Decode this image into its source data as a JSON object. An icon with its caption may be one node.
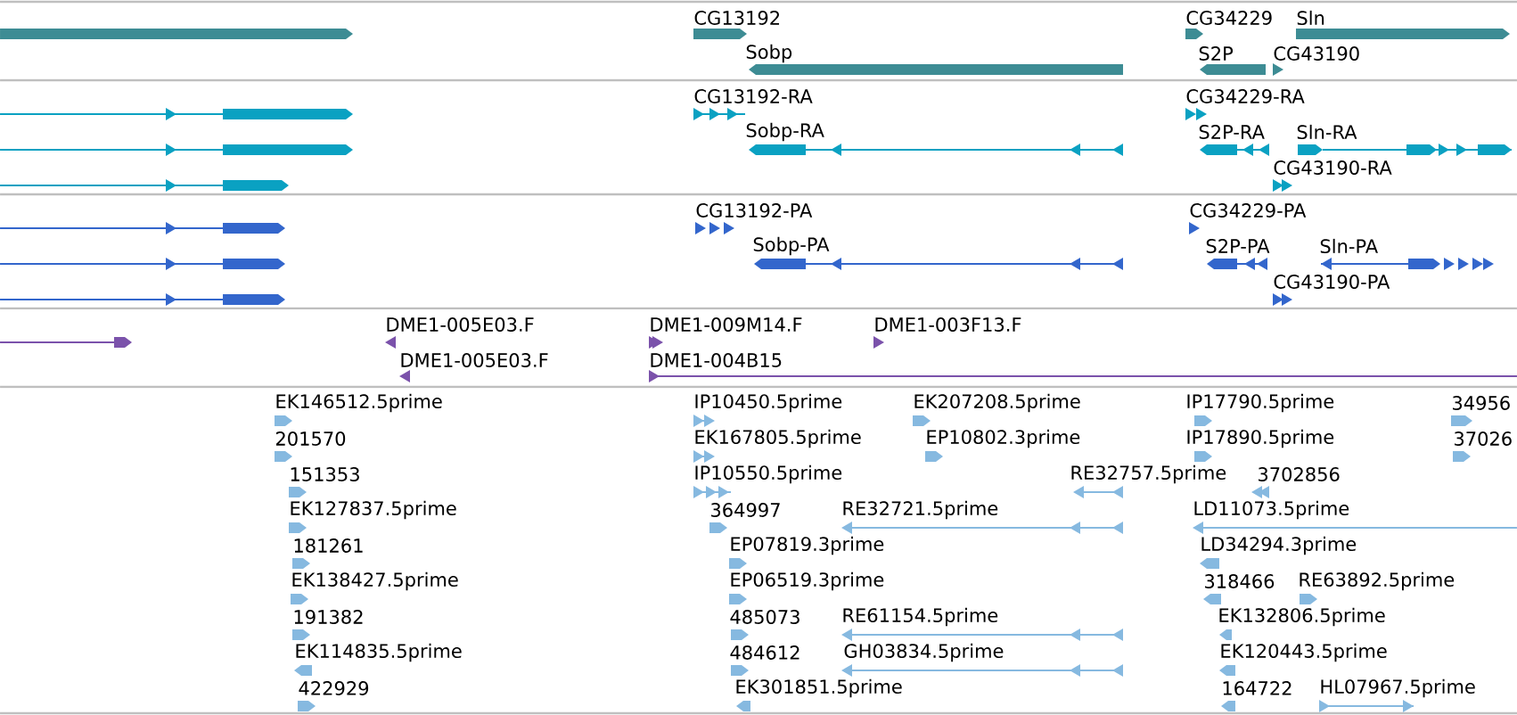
{
  "diagram": {
    "labels": [
      "CG13192",
      "CG34229",
      "Sln",
      "Sobp",
      "S2P",
      "CG43190",
      "CG13192-RA",
      "CG34229-RA",
      "Sobp-RA",
      "S2P-RA",
      "Sln-RA",
      "CG43190-RA",
      "CG13192-PA",
      "CG34229-PA",
      "Sobp-PA",
      "S2P-PA",
      "Sln-PA",
      "CG43190-PA",
      "DME1-005E03.F",
      "DME1-009M14.F",
      "DME1-003F13.F",
      "DME1-005E03.F",
      "DME1-004B15",
      "EK146512.5prime",
      "IP10450.5prime",
      "EK207208.5prime",
      "IP17790.5prime",
      "34956",
      "201570",
      "EK167805.5prime",
      "EP10802.3prime",
      "IP17890.5prime",
      "37026",
      "151353",
      "IP10550.5prime",
      "RE32757.5prime",
      "3702856",
      "EK127837.5prime",
      "364997",
      "RE32721.5prime",
      "LD11073.5prime",
      "181261",
      "EP07819.3prime",
      "LD34294.3prime",
      "EK138427.5prime",
      "EP06519.3prime",
      "318466",
      "RE63892.5prime",
      "191382",
      "485073",
      "RE61154.5prime",
      "EK132806.5prime",
      "EK114835.5prime",
      "484612",
      "GH03834.5prime",
      "EK120443.5prime",
      "422929",
      "EK301851.5prime",
      "164722",
      "HL07967.5prime"
    ]
  }
}
